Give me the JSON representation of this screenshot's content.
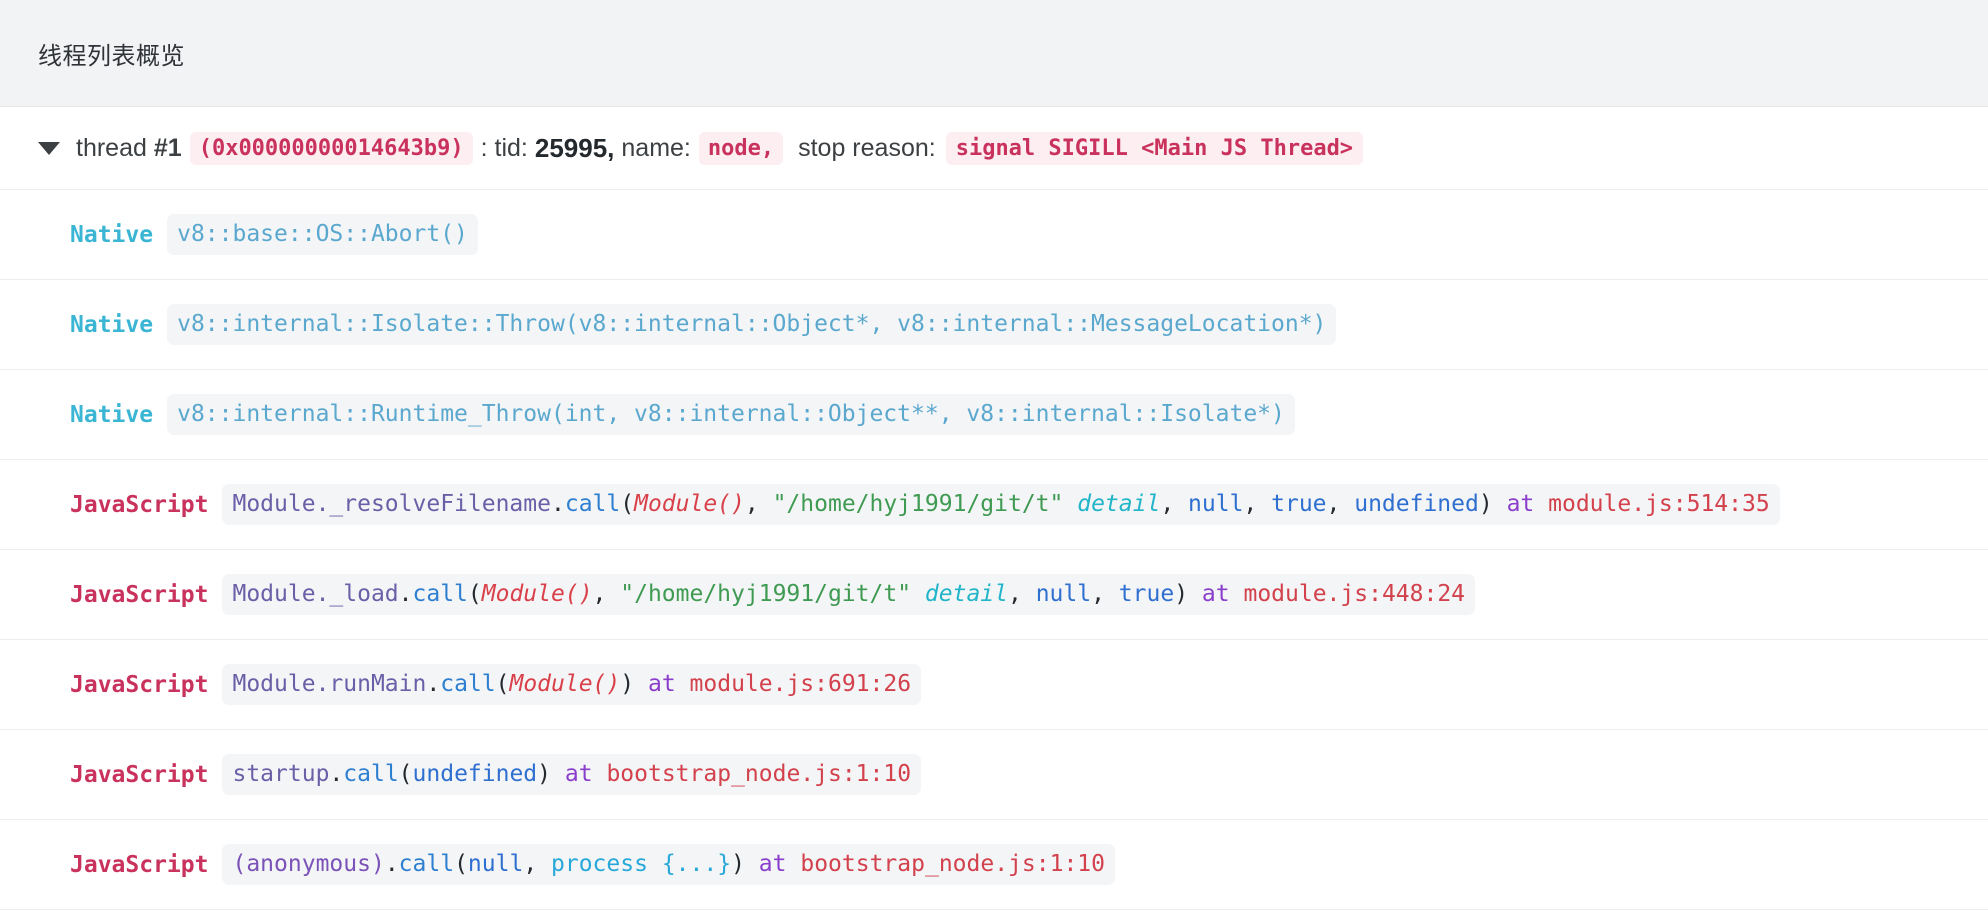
{
  "header": {
    "title": "线程列表概览"
  },
  "thread": {
    "disclosure_state": "expanded",
    "label": "thread",
    "number": "#1",
    "address": "(0x00000000014643b9)",
    "tid_label": ": tid:",
    "tid_value": "25995,",
    "name_label": "name:",
    "name_value": "node,",
    "stop_reason_label": "stop reason:",
    "stop_reason_value": "signal SIGILL <Main JS Thread>"
  },
  "frames": [
    {
      "kind": "Native",
      "kind_type": "native",
      "tokens": [
        {
          "t": "v8::base::OS::Abort()",
          "c": "t-native"
        }
      ]
    },
    {
      "kind": "Native",
      "kind_type": "native",
      "tokens": [
        {
          "t": "v8::internal::Isolate::Throw(v8::internal::Object*, v8::internal::MessageLocation*)",
          "c": "t-native"
        }
      ]
    },
    {
      "kind": "Native",
      "kind_type": "native",
      "tokens": [
        {
          "t": "v8::internal::Runtime_Throw(int, v8::internal::Object**, v8::internal::Isolate*)",
          "c": "t-native"
        }
      ]
    },
    {
      "kind": "JavaScript",
      "kind_type": "javascript",
      "tokens": [
        {
          "t": "Module._resolveFilename",
          "c": "t-obj"
        },
        {
          "t": ".",
          "c": "t-punct"
        },
        {
          "t": "call",
          "c": "t-call"
        },
        {
          "t": "(",
          "c": "t-punct"
        },
        {
          "t": "Module()",
          "c": "t-self"
        },
        {
          "t": ", ",
          "c": "t-punct"
        },
        {
          "t": "\"/home/hyj1991/git/t\"",
          "c": "t-string"
        },
        {
          "t": " ",
          "c": "t-punct"
        },
        {
          "t": "detail",
          "c": "t-detail"
        },
        {
          "t": ", ",
          "c": "t-punct"
        },
        {
          "t": "null",
          "c": "t-keyword"
        },
        {
          "t": ", ",
          "c": "t-punct"
        },
        {
          "t": "true",
          "c": "t-keyword"
        },
        {
          "t": ", ",
          "c": "t-punct"
        },
        {
          "t": "undefined",
          "c": "t-keyword"
        },
        {
          "t": ")",
          "c": "t-punct"
        },
        {
          "t": " ",
          "c": "t-punct"
        },
        {
          "t": "at",
          "c": "t-at"
        },
        {
          "t": " ",
          "c": "t-punct"
        },
        {
          "t": "module.js:514:35",
          "c": "t-loc"
        }
      ]
    },
    {
      "kind": "JavaScript",
      "kind_type": "javascript",
      "tokens": [
        {
          "t": "Module._load",
          "c": "t-obj"
        },
        {
          "t": ".",
          "c": "t-punct"
        },
        {
          "t": "call",
          "c": "t-call"
        },
        {
          "t": "(",
          "c": "t-punct"
        },
        {
          "t": "Module()",
          "c": "t-self"
        },
        {
          "t": ", ",
          "c": "t-punct"
        },
        {
          "t": "\"/home/hyj1991/git/t\"",
          "c": "t-string"
        },
        {
          "t": " ",
          "c": "t-punct"
        },
        {
          "t": "detail",
          "c": "t-detail"
        },
        {
          "t": ", ",
          "c": "t-punct"
        },
        {
          "t": "null",
          "c": "t-keyword"
        },
        {
          "t": ", ",
          "c": "t-punct"
        },
        {
          "t": "true",
          "c": "t-keyword"
        },
        {
          "t": ")",
          "c": "t-punct"
        },
        {
          "t": " ",
          "c": "t-punct"
        },
        {
          "t": "at",
          "c": "t-at"
        },
        {
          "t": " ",
          "c": "t-punct"
        },
        {
          "t": "module.js:448:24",
          "c": "t-loc"
        }
      ]
    },
    {
      "kind": "JavaScript",
      "kind_type": "javascript",
      "tokens": [
        {
          "t": "Module.runMain",
          "c": "t-obj"
        },
        {
          "t": ".",
          "c": "t-punct"
        },
        {
          "t": "call",
          "c": "t-call"
        },
        {
          "t": "(",
          "c": "t-punct"
        },
        {
          "t": "Module()",
          "c": "t-self"
        },
        {
          "t": ")",
          "c": "t-punct"
        },
        {
          "t": " ",
          "c": "t-punct"
        },
        {
          "t": "at",
          "c": "t-at"
        },
        {
          "t": " ",
          "c": "t-punct"
        },
        {
          "t": "module.js:691:26",
          "c": "t-loc"
        }
      ]
    },
    {
      "kind": "JavaScript",
      "kind_type": "javascript",
      "tokens": [
        {
          "t": "startup",
          "c": "t-obj"
        },
        {
          "t": ".",
          "c": "t-punct"
        },
        {
          "t": "call",
          "c": "t-call"
        },
        {
          "t": "(",
          "c": "t-punct"
        },
        {
          "t": "undefined",
          "c": "t-keyword"
        },
        {
          "t": ")",
          "c": "t-punct"
        },
        {
          "t": " ",
          "c": "t-punct"
        },
        {
          "t": "at",
          "c": "t-at"
        },
        {
          "t": " ",
          "c": "t-punct"
        },
        {
          "t": "bootstrap_node.js:1:10",
          "c": "t-loc"
        }
      ]
    },
    {
      "kind": "JavaScript",
      "kind_type": "javascript",
      "tokens": [
        {
          "t": "(anonymous)",
          "c": "t-fn"
        },
        {
          "t": ".",
          "c": "t-punct"
        },
        {
          "t": "call",
          "c": "t-call"
        },
        {
          "t": "(",
          "c": "t-punct"
        },
        {
          "t": "null",
          "c": "t-keyword"
        },
        {
          "t": ", ",
          "c": "t-punct"
        },
        {
          "t": "process",
          "c": "t-var"
        },
        {
          "t": " ",
          "c": "t-punct"
        },
        {
          "t": "{...}",
          "c": "t-var"
        },
        {
          "t": ")",
          "c": "t-punct"
        },
        {
          "t": " ",
          "c": "t-punct"
        },
        {
          "t": "at",
          "c": "t-at"
        },
        {
          "t": " ",
          "c": "t-punct"
        },
        {
          "t": "bootstrap_node.js:1:10",
          "c": "t-loc"
        }
      ]
    }
  ]
}
